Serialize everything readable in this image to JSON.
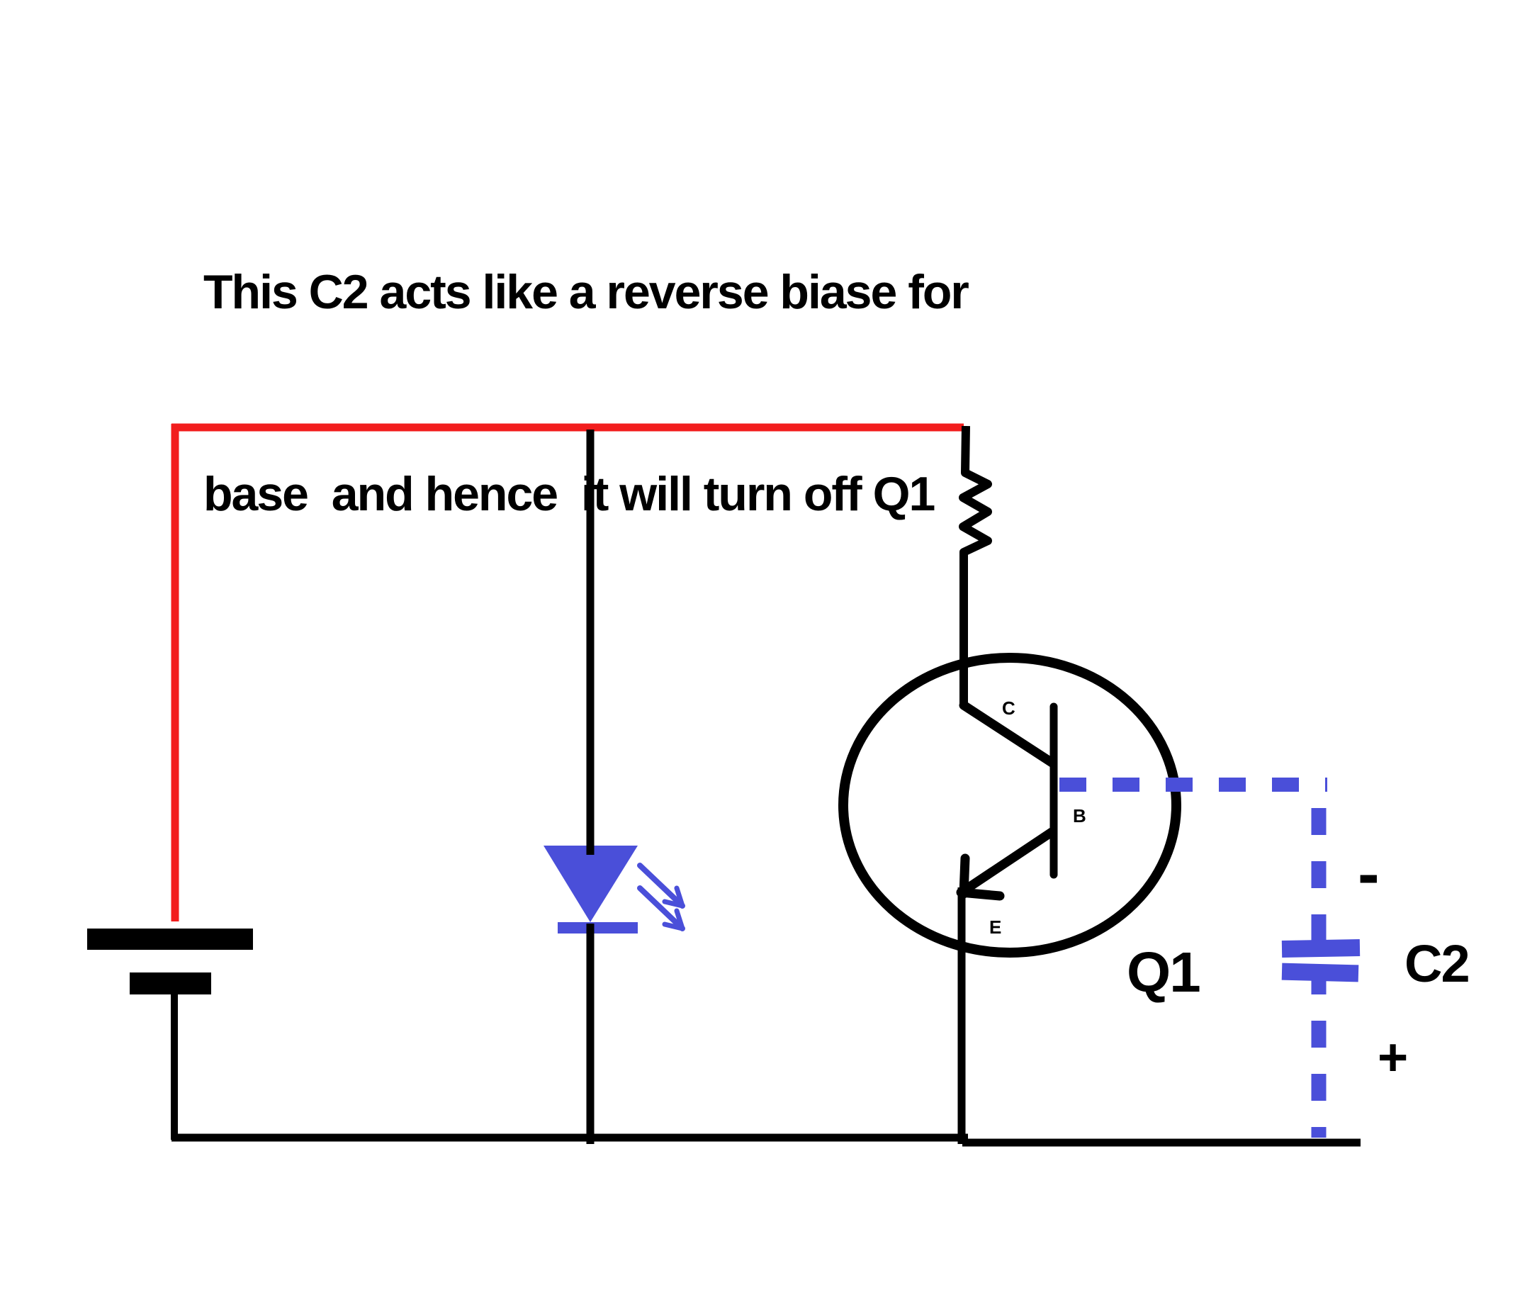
{
  "annotation": {
    "line1": "This C2 acts like a reverse biase for",
    "line2": "base  and hence  it will turn off Q1"
  },
  "transistor": {
    "collector_label": "C",
    "base_label": "B",
    "emitter_label": "E",
    "name": "Q1"
  },
  "capacitor": {
    "name": "C2",
    "negative_label": "-",
    "positive_label": "+"
  },
  "colors": {
    "supply_wire_red": "#f21d1d",
    "annotation_blue": "#4a4fd9",
    "wire_black": "#000000",
    "background": "#ffffff"
  }
}
